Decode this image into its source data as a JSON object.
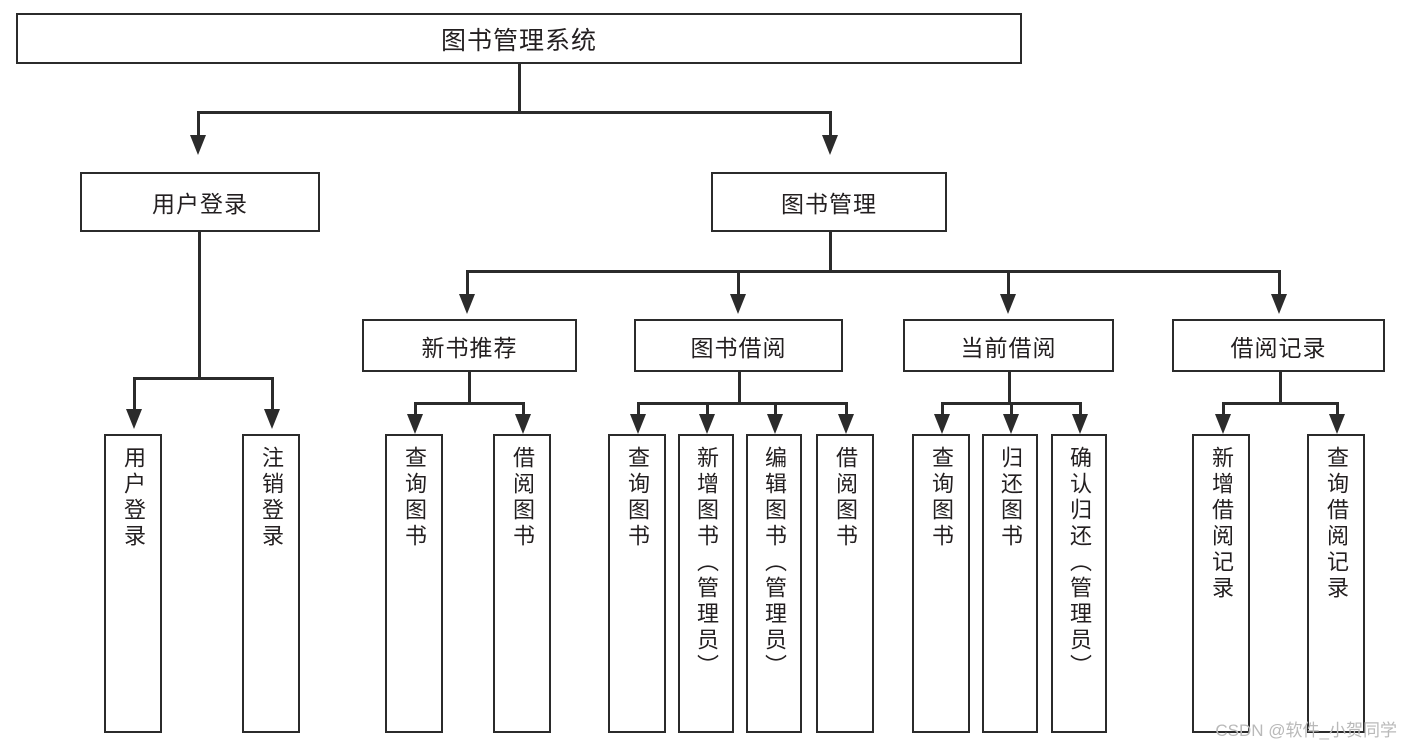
{
  "diagram": {
    "title": "图书管理系统",
    "type": "tree",
    "watermark": "CSDN @软件_小贺同学",
    "colors": {
      "box_border": "#2b2b2b",
      "box_fill": "#ffffff",
      "connector": "#2b2b2b",
      "text": "#231f20",
      "watermark": "#b9b9b9",
      "background": "#ffffff"
    },
    "root": {
      "label": "图书管理系统"
    },
    "level2": [
      {
        "label": "用户登录"
      },
      {
        "label": "图书管理"
      }
    ],
    "level3": [
      {
        "label": "新书推荐"
      },
      {
        "label": "图书借阅"
      },
      {
        "label": "当前借阅"
      },
      {
        "label": "借阅记录"
      }
    ],
    "leaves": {
      "user_login": [
        {
          "label": "用户登录"
        },
        {
          "label": "注销登录"
        }
      ],
      "new_book_recommend": [
        {
          "label": "查询图书"
        },
        {
          "label": "借阅图书"
        }
      ],
      "book_borrow": [
        {
          "label": "查询图书"
        },
        {
          "label": "新增图书（管理员）"
        },
        {
          "label": "编辑图书（管理员）"
        },
        {
          "label": "借阅图书"
        }
      ],
      "current_borrow": [
        {
          "label": "查询图书"
        },
        {
          "label": "归还图书"
        },
        {
          "label": "确认归还（管理员）"
        }
      ],
      "borrow_records": [
        {
          "label": "新增借阅记录"
        },
        {
          "label": "查询借阅记录"
        }
      ]
    }
  }
}
